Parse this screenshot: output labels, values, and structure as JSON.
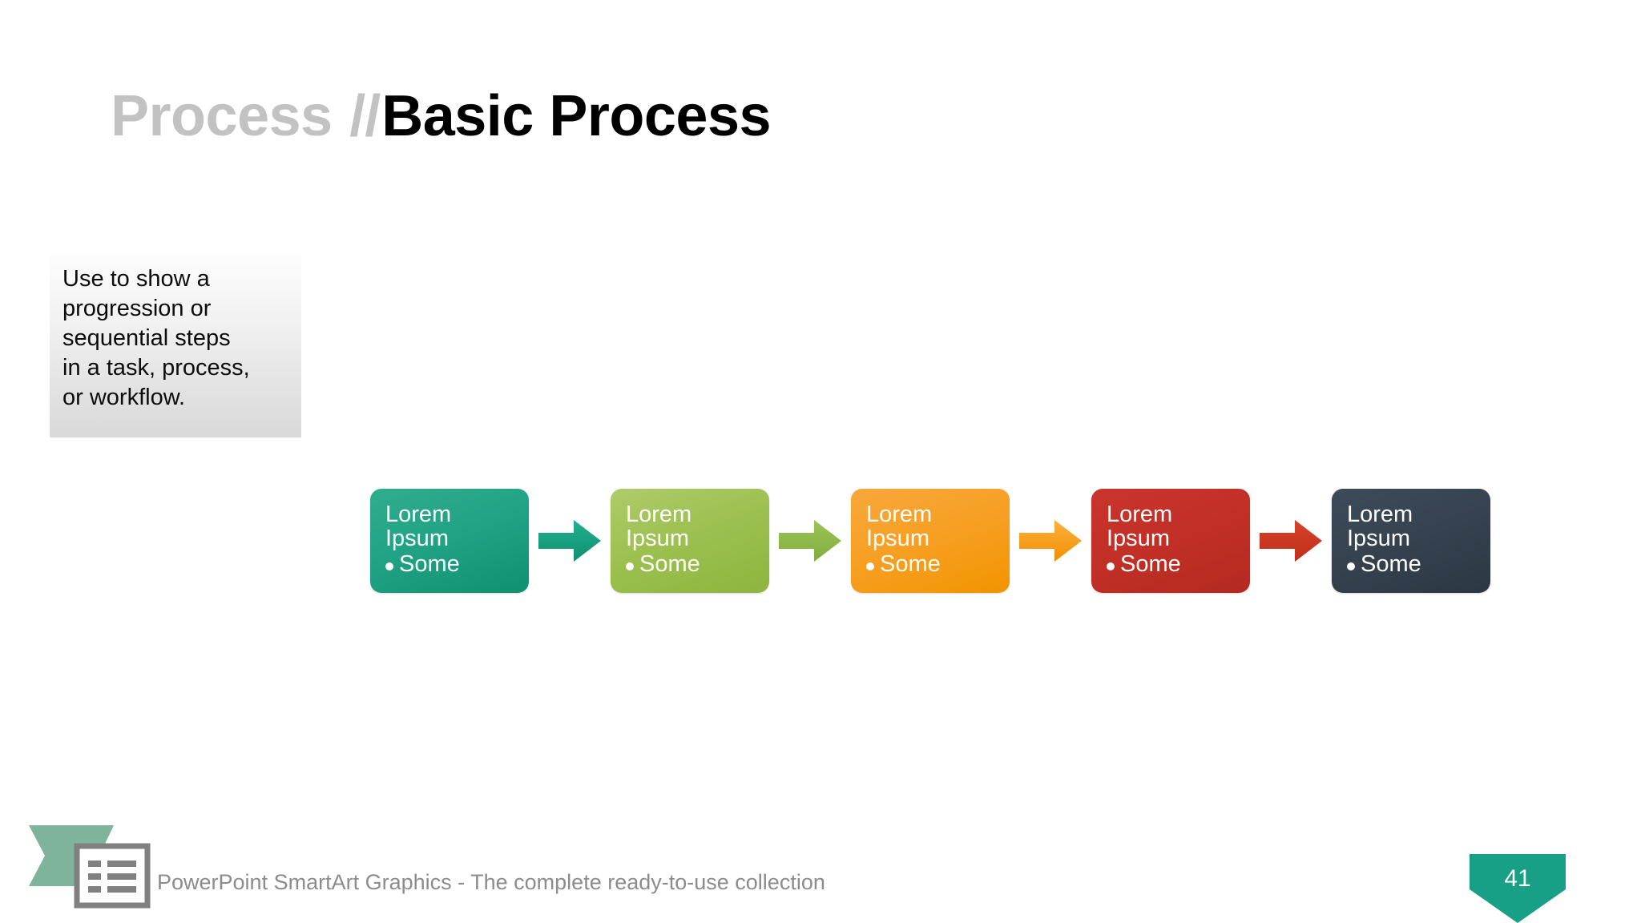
{
  "slide": {
    "title": {
      "muted": "Process ",
      "separator": "//",
      "strong": "Basic Process"
    },
    "description": "Use to show a\nprogression or\nsequential steps\nin a task, process,\nor workflow."
  },
  "diagram": {
    "type": "basic-process",
    "nodes": [
      {
        "title": "Lorem\nIpsum",
        "bullet": "Some",
        "color": "#21a284",
        "style": "node-teal"
      },
      {
        "title": "Lorem\nIpsum",
        "bullet": "Some",
        "color": "#9cc04f",
        "style": "node-green"
      },
      {
        "title": "Lorem\nIpsum",
        "bullet": "Some",
        "color": "#f79f23",
        "style": "node-orange"
      },
      {
        "title": "Lorem\nIpsum",
        "bullet": "Some",
        "color": "#c22f26",
        "style": "node-red"
      },
      {
        "title": "Lorem\nIpsum",
        "bullet": "Some",
        "color": "#36424f",
        "style": "node-navy"
      }
    ],
    "arrows": [
      {
        "name": "arrow-1",
        "color": "#18a183"
      },
      {
        "name": "arrow-2",
        "color": "#8fba4a"
      },
      {
        "name": "arrow-3",
        "color": "#f5a623"
      },
      {
        "name": "arrow-4",
        "color": "#cc3a24"
      }
    ]
  },
  "footer": {
    "caption": "PowerPoint SmartArt Graphics - The complete ready-to-use collection",
    "logo_icon": "list-document-icon",
    "logo_ribbon_color": "#7eb49b",
    "logo_document_color": "#808080",
    "page_number": "41",
    "page_badge_color": "#17a085"
  }
}
